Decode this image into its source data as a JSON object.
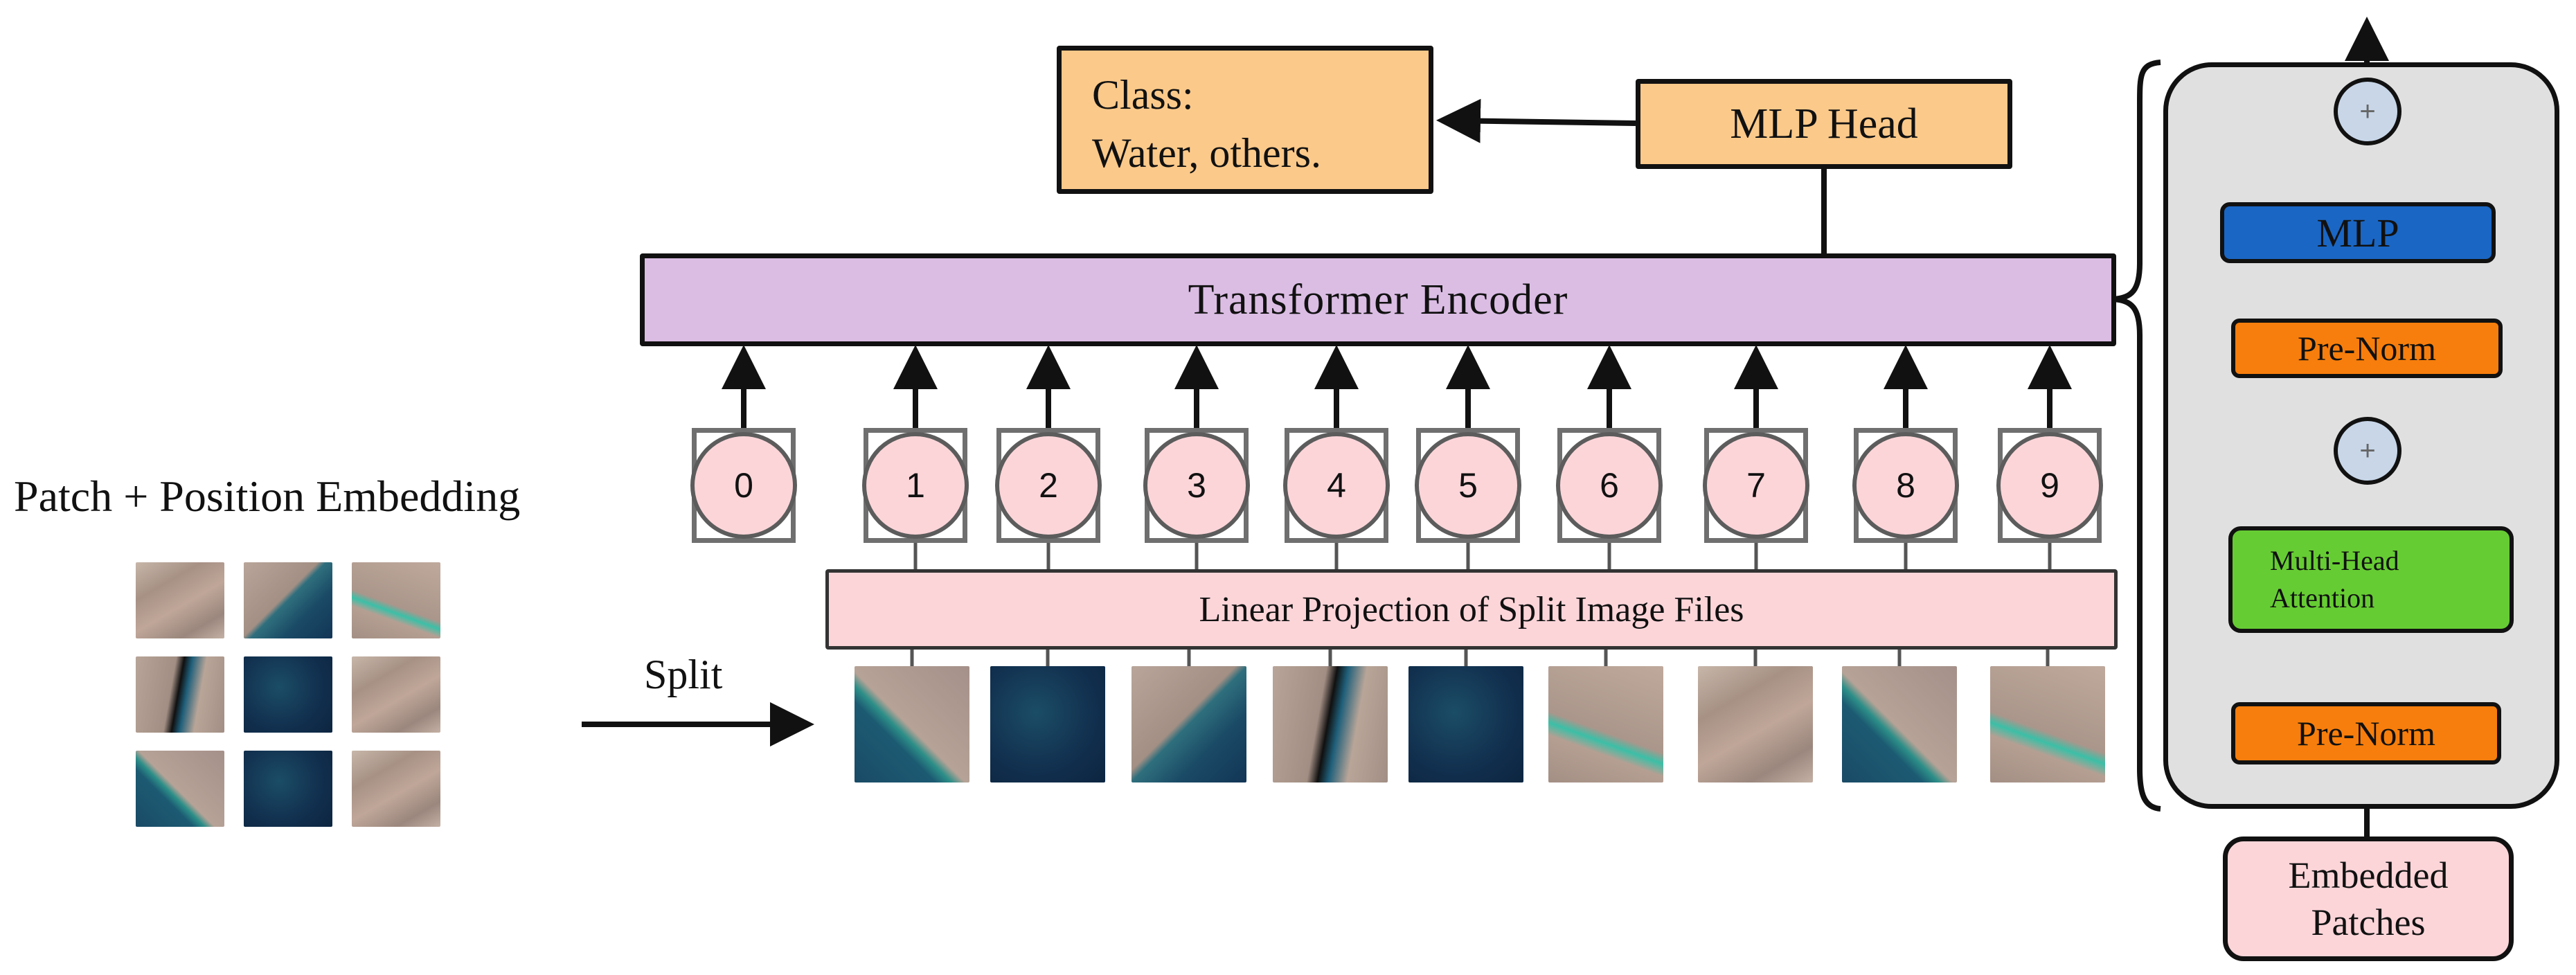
{
  "class_box": {
    "line1": "Class:",
    "line2": "Water, others."
  },
  "mlp_head": "MLP Head",
  "transformer_encoder": "Transformer Encoder",
  "linear_projection": "Linear Projection of Split Image Files",
  "patch_position_label": "Patch + Position Embedding",
  "split_label": "Split",
  "tokens": [
    "0",
    "1",
    "2",
    "3",
    "4",
    "5",
    "6",
    "7",
    "8",
    "9"
  ],
  "encoder_block": {
    "mlp": "MLP",
    "pre_norm_top": "Pre-Norm",
    "pre_norm_bottom": "Pre-Norm",
    "mha_line1": "Multi-Head",
    "mha_line2": "Attention",
    "embedded_line1": "Embedded",
    "embedded_line2": "Patches",
    "add_symbol": "+"
  },
  "colors": {
    "mlp_head": "#fbc98a",
    "encoder": "#dbbde4",
    "token": "#fcd5d9",
    "mlp_block": "#1a66c4",
    "pre_norm": "#f77e0c",
    "mha": "#66cc33",
    "panel": "#e0e0e0"
  }
}
